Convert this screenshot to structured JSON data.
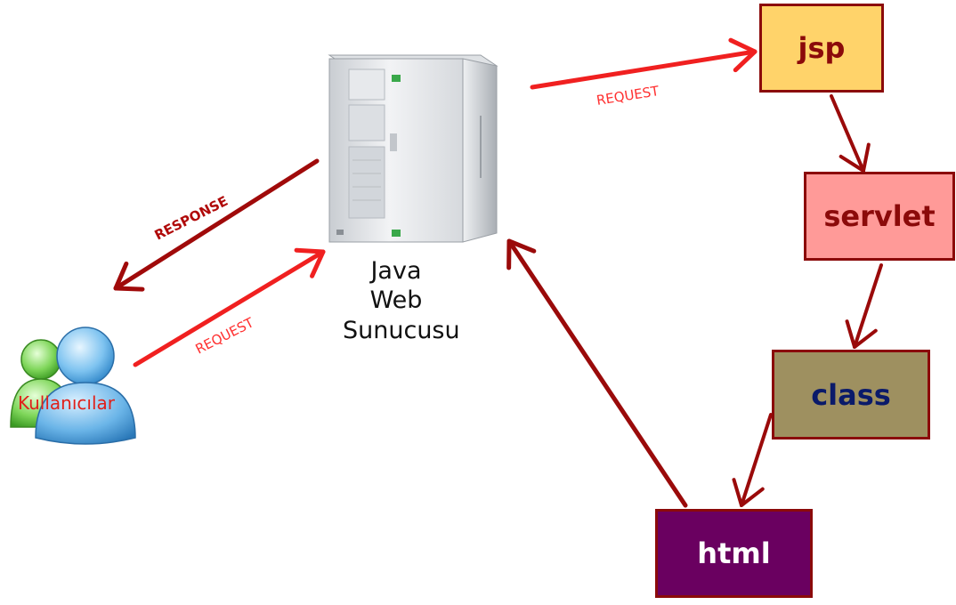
{
  "colors": {
    "request_arrow": "#f02020",
    "response_arrow": "#a00a0a",
    "flow_arrow": "#9a0a0a",
    "box_border": "#8b0a0a",
    "label_red": "#ff3030",
    "label_dark": "#b00a0a"
  },
  "server": {
    "icon": "tower-server-icon",
    "label_lines": [
      "Java",
      "Web",
      "Sunucusu"
    ]
  },
  "users": {
    "icon": "users-icon",
    "label": "Kullanıcılar"
  },
  "arrows": {
    "request_to_server": "REQUEST",
    "response_to_users": "RESPONSE",
    "request_to_jsp": "REQUEST"
  },
  "boxes": {
    "jsp": {
      "label": "jsp",
      "fill": "#ffd36a",
      "text_color": "#8b0a0a"
    },
    "servlet": {
      "label": "servlet",
      "fill": "#ff9a98",
      "text_color": "#8b0a0a"
    },
    "class": {
      "label": "class",
      "fill": "#9e9060",
      "text_color": "#0a1a6a"
    },
    "html": {
      "label": "html",
      "fill": "#6a0060",
      "text_color": "#ffffff"
    }
  }
}
